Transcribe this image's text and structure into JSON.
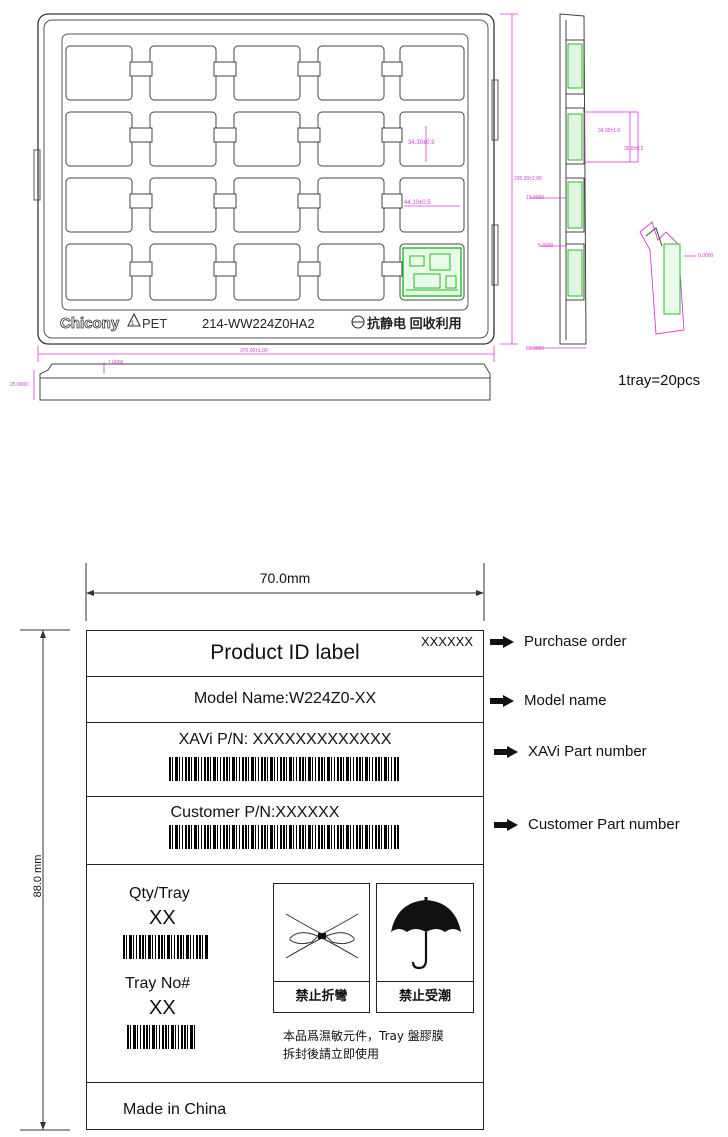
{
  "tray_drawing": {
    "logo_brand": "Chicony",
    "logo_material": "PET",
    "part_code": "214-WW224Z0HA2",
    "antistatic_text": "抗静电 回收利用",
    "dim_cell_height": "34.30±0.5",
    "dim_cell_width": "44.10±0.5",
    "dim_tray_height": "235.00±2.00",
    "dim_tray_width": "370.00±1.00",
    "dim_small_thickness": "1.0000",
    "dim_tray_depth": "25.0000",
    "dim_side_top": "34.30±1.0",
    "dim_side_right": "35.8±0.5",
    "dim_side_a": "19.0000",
    "dim_side_b": "5.0000",
    "dim_side_bottom": "60.0000",
    "dim_detail": "0.0000",
    "capacity": "1tray=20pcs"
  },
  "label": {
    "width_dim": "70.0mm",
    "height_dim": "88.0 mm",
    "title": "Product ID label",
    "po_value": "XXXXXX",
    "model_name": "Model Name:W224Z0-XX",
    "xavi_pn": "XAVi P/N: XXXXXXXXXXXXX",
    "customer_pn": "Customer P/N:XXXXXX",
    "qty_label": "Qty/Tray",
    "qty_value": "XX",
    "tray_no_label": "Tray No#",
    "tray_no_value": "XX",
    "warn_fold": "禁止折彎",
    "warn_moisture": "禁止受潮",
    "notice_line1": "本品爲濕敏元件，Tray 盤膠膜",
    "notice_line2": "拆封後請立即使用",
    "made_in": "Made in China"
  },
  "callouts": {
    "purchase_order": "Purchase order",
    "model_name": "Model name",
    "xavi_part": "XAVi Part number",
    "customer_part": "Customer Part number"
  }
}
